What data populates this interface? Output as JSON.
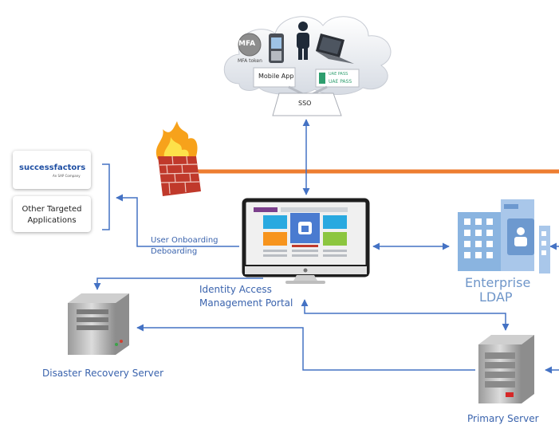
{
  "cloud": {
    "mfa_badge": "MFA",
    "mfa_caption": "MFA token",
    "mobile_app": "Mobile App",
    "uae_pass_top": "UAE PASS",
    "uae_pass_bottom": "UAE PASS",
    "sso": "SSO"
  },
  "apps": {
    "successfactors_brand": "successfactors",
    "successfactors_sub": "An SAP Company",
    "other_line1": "Other Targeted",
    "other_line2": "Applications"
  },
  "links": {
    "onboarding_line1": "User Onboarding",
    "onboarding_line2": "Deboarding"
  },
  "portal": {
    "label_line1": "Identity Access",
    "label_line2": "Management Portal"
  },
  "ldap": {
    "label_line1": "Enterprise",
    "label_line2": "LDAP"
  },
  "servers": {
    "dr_label": "Disaster Recovery Server",
    "primary_label": "Primary Server"
  },
  "colors": {
    "arrow": "#4472c4",
    "label_blue": "#3a63ad",
    "firewall_line": "#ed7d31",
    "ldap_blue": "#8ab4e0",
    "ldap_text": "#6f96c9"
  }
}
